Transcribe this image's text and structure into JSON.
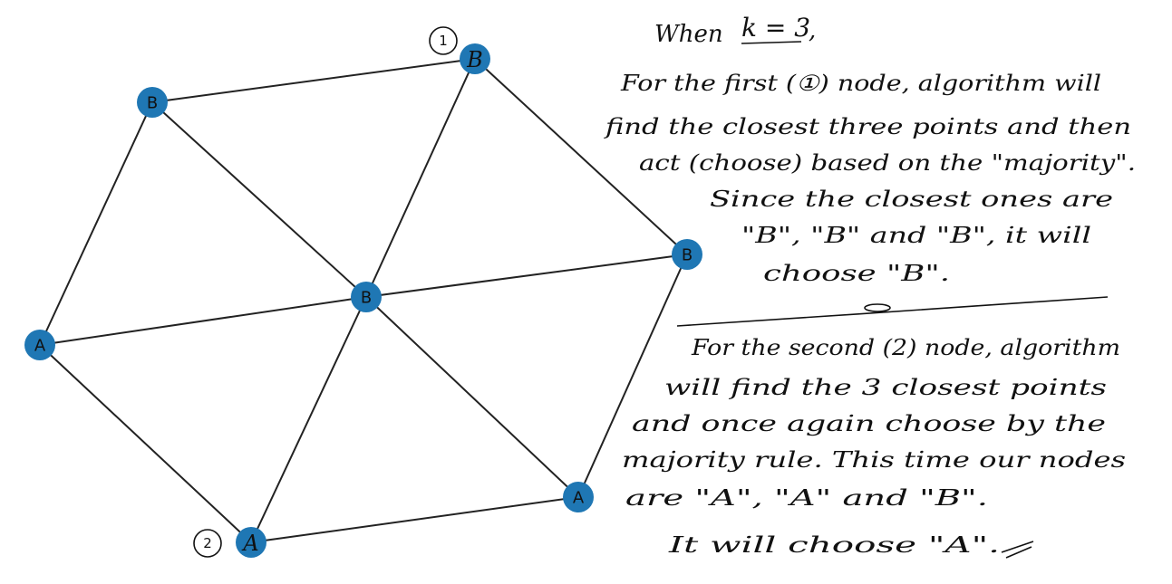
{
  "graph": {
    "nodes": [
      {
        "id": "top-right-upper",
        "label": "B",
        "marker": "1",
        "handwritten": true
      },
      {
        "id": "top-left",
        "label": "B"
      },
      {
        "id": "center",
        "label": "B"
      },
      {
        "id": "right",
        "label": "B"
      },
      {
        "id": "left",
        "label": "A"
      },
      {
        "id": "bottom-right",
        "label": "A"
      },
      {
        "id": "bottom-left",
        "label": "A",
        "marker": "2",
        "handwritten": true
      }
    ],
    "edges": [
      [
        "top-left",
        "top-right-upper"
      ],
      [
        "top-right-upper",
        "right"
      ],
      [
        "right",
        "bottom-right"
      ],
      [
        "bottom-right",
        "bottom-left"
      ],
      [
        "bottom-left",
        "left"
      ],
      [
        "left",
        "top-left"
      ],
      [
        "top-left",
        "center"
      ],
      [
        "top-right-upper",
        "center"
      ],
      [
        "right",
        "center"
      ],
      [
        "bottom-right",
        "center"
      ],
      [
        "bottom-left",
        "center"
      ],
      [
        "left",
        "center"
      ]
    ]
  },
  "notes": {
    "heading_prefix": "When",
    "heading_k": "k = 3",
    "heading_suffix": ",",
    "part1": [
      "For the first (①) node, algorithm will",
      "find the closest three points and then",
      "act (choose) based on the \"majority\".",
      "Since the closest ones are",
      "\"B\", \"B\" and \"B\", it will",
      "choose \"B\"."
    ],
    "part2": [
      "For the second (2) node, algorithm",
      "will find the 3 closest points",
      "and once again choose by the",
      "majority rule. This time our nodes",
      "are \"A\", \"A\" and \"B\".",
      "It will choose \"A\"."
    ]
  }
}
